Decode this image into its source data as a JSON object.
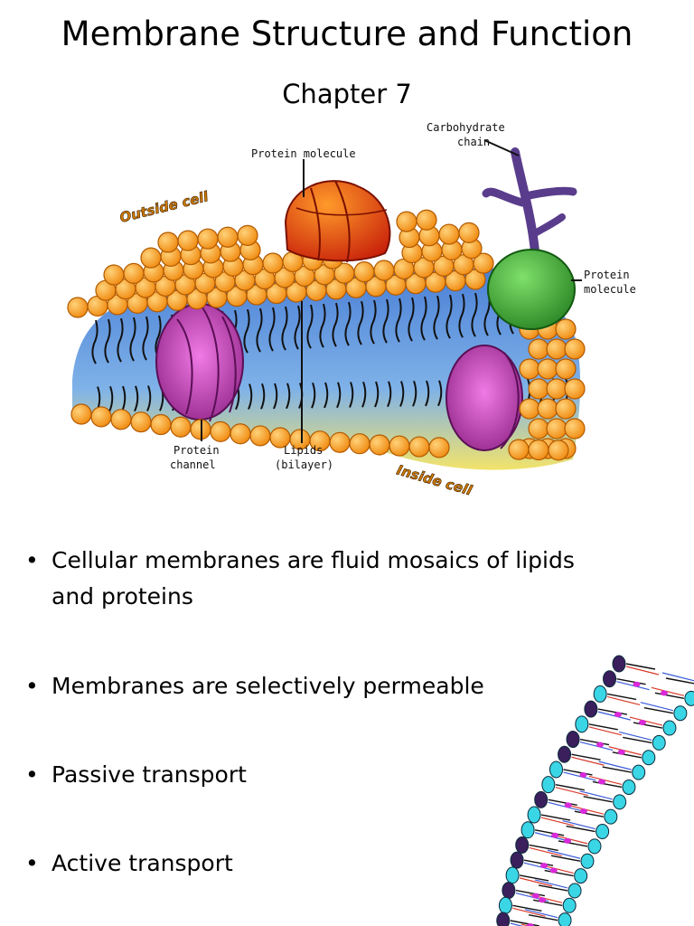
{
  "slide": {
    "title": "Membrane Structure and Function",
    "subtitle": "Chapter 7"
  },
  "diagram": {
    "labels": {
      "carbohydrate_line1": "Carbohydrate",
      "carbohydrate_line2": "chain",
      "protein_molecule_top": "Protein molecule",
      "protein_molecule_right_line1": "Protein",
      "protein_molecule_right_line2": "molecule",
      "outside_cell": "Outside cell",
      "inside_cell": "Inside cell",
      "protein_channel_line1": "Protein",
      "protein_channel_line2": "channel",
      "lipids_line1": "Lipids",
      "lipids_line2": "(bilayer)"
    },
    "colors": {
      "lipid_head": "#f5a623",
      "lipid_head_outline": "#b25a00",
      "protein_top": "#ef4b12",
      "protein_green": "#3fb53a",
      "protein_channel": "#c94bb8",
      "carbohydrate": "#5a3c8c",
      "interior_blue": "#5b8fd8",
      "interior_yellow": "#f2e36b"
    }
  },
  "bullets": [
    {
      "line1": "Cellular membranes are fluid mosaics of lipids",
      "line2": "and proteins"
    },
    {
      "line1": "Membranes are selectively permeable",
      "line2": ""
    },
    {
      "line1": "Passive transport",
      "line2": ""
    },
    {
      "line1": "Active transport",
      "line2": ""
    }
  ],
  "bullet_symbol": "•",
  "bilayer_colors": {
    "head_cyan": "#3ad6e6",
    "head_purple": "#3a1f5c",
    "head_magenta": "#d92ad9",
    "tail_black": "#111111",
    "tail_blue": "#3a5bd9",
    "tail_red": "#d93a2a"
  }
}
